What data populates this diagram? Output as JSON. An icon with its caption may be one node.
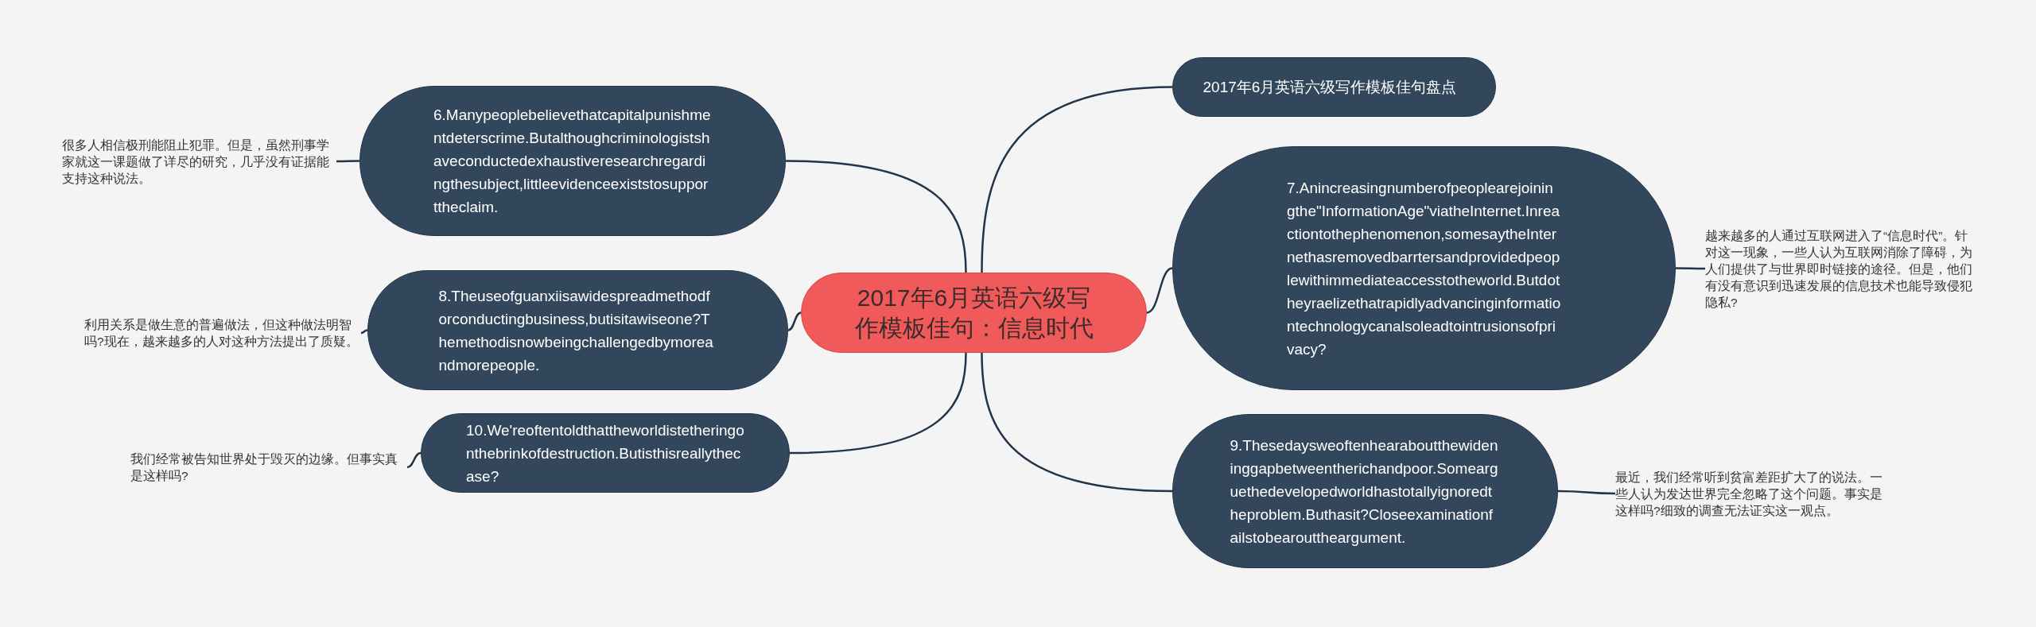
{
  "diagram": {
    "nodes": [
      {
        "text": [
          "2017年6月英语六级写作模板佳句：信息时代"
        ]
      },
      {
        "text": [
          "2017年6月英语六级写作模板佳句盘点"
        ]
      },
      {
        "text": [
          "6.Manypeoplebelievethatcapitalpunishmentdeterscrime.Butalthoughcriminologistshaveconductedexhaustiveresearchregardingthesubject,littleevidenceexiststosupporttheclaim."
        ]
      },
      {
        "text": [
          "很多人相信极刑能阻止犯罪。但是，虽然刑事学家就这一课题做了详尽的研究，几乎没有证据能支持这种说法。"
        ]
      },
      {
        "text": [
          "7.Anincreasingnumberofpeoplearejoiningthe\"InformationAge\"viatheInternet.Inreactiontothephenomenon,somesaytheInternethasremovedbarrtersandprovidedpeoplewithimmediateaccesstotheworld.Butdotheyraelizethatrapidlyadvancinginformationtechnologycanalsoleadtointrusionsofprivacy?"
        ]
      },
      {
        "text": [
          "越来越多的人通过互联网进入了“信息时代”。针对这一现象，一些人认为互联网消除了障碍，为人们提供了与世界即时链接的途径。但是，他们有没有意识到迅速发展的信息技术也能导致侵犯隐私?"
        ]
      },
      {
        "text": [
          "8.Theuseofguanxiisawidespreadmethodforconductingbusiness,butisitawiseone?Themethodisnowbeingchallengedbymoreandmorepeople."
        ]
      },
      {
        "text": [
          "利用关系是做生意的普遍做法，但这种做法明智吗?现在，越来越多的人对这种方法提出了质疑。"
        ]
      },
      {
        "text": [
          "9.Thesedaysweoftenhearaboutthewideninggapbetweentherichandpoor.Somearguethedevelopedworldhastotallyignoredtheproblem.Buthasit?Closeexaminationfailstobearouttheargument."
        ]
      },
      {
        "text": [
          "最近，我们经常听到贫富差距扩大了的说法。一些人认为发达世界完全忽略了这个问题。事实是这样吗?细致的调查无法证实这一观点。"
        ]
      },
      {
        "text": [
          "10.We'reoftentoldthattheworldistetheringonthebrinkofdestruction.Butisthisreallythecase?"
        ]
      },
      {
        "text": [
          "我们经常被告知世界处于毁灭的边缘。但事实真是这样吗?"
        ]
      }
    ],
    "edges": [
      {
        "from": 0,
        "to": 1,
        "arrow": "none"
      },
      {
        "from": 0,
        "to": 2,
        "arrow": "none"
      },
      {
        "from": 2,
        "to": 3,
        "arrow": "none"
      },
      {
        "from": 0,
        "to": 4,
        "arrow": "none"
      },
      {
        "from": 4,
        "to": 5,
        "arrow": "none"
      },
      {
        "from": 0,
        "to": 6,
        "arrow": "none"
      },
      {
        "from": 6,
        "to": 7,
        "arrow": "none"
      },
      {
        "from": 0,
        "to": 8,
        "arrow": "none"
      },
      {
        "from": 8,
        "to": 9,
        "arrow": "none"
      },
      {
        "from": 0,
        "to": 10,
        "arrow": "none"
      },
      {
        "from": 10,
        "to": 11,
        "arrow": "none"
      }
    ]
  }
}
